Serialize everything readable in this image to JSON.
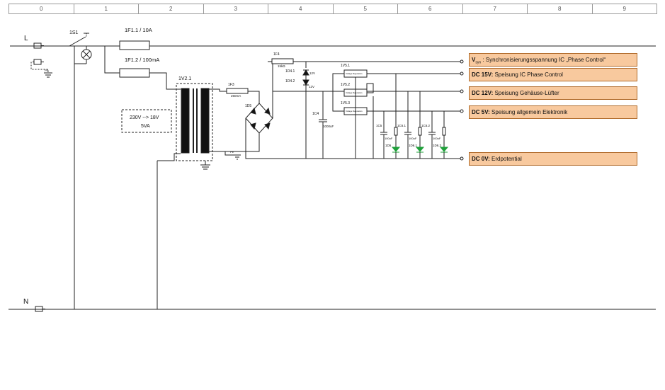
{
  "ruler": [
    "0",
    "1",
    "2",
    "3",
    "4",
    "5",
    "6",
    "7",
    "8",
    "9"
  ],
  "rails": {
    "L": "L",
    "N": "N"
  },
  "labels": {
    "switch": "1S1",
    "fuse1": "1F1.1 / 10A",
    "fuse2": "1F1.2 / 100mA",
    "transformer": "1V2.1",
    "transformer_note_1": "230V --> 18V",
    "transformer_note_2": "5VA",
    "fuse3": "1F3",
    "fuse3_value": "250mA",
    "fuse4": "1F4",
    "fuse4_value": "15kΩ",
    "bridge": "1D5",
    "zener1": "1D4.1",
    "zener1_value": "12V",
    "zener2": "1D4.2",
    "zener2_value": "12V",
    "cap4": "1C4",
    "cap4_value": "1000uF",
    "reg1": "1V5.1",
    "reg2": "1V5.2",
    "reg3": "1V5.3",
    "reg_text": "Voltage Regulators",
    "c5": "1C5",
    "c61": "1C6.1",
    "c62": "1C6.2",
    "c_value": "100uF",
    "d5": "1D5",
    "d61": "1D6.1",
    "d62": "1D6.2",
    "pe": "PE"
  },
  "outputs": [
    {
      "prefix": "V",
      "sub": "syn",
      "text": " : Synchronisierungsspannung IC „Phase Control“"
    },
    {
      "prefix": "DC 15V:",
      "text": " Speisung IC Phase Control"
    },
    {
      "prefix": "DC 12V:",
      "text": " Speisung Gehäuse-Lüfter"
    },
    {
      "prefix": "DC 5V:",
      "text": " Speisung allgemein Elektronik"
    },
    {
      "prefix": "DC 0V:",
      "text": " Erdpotential"
    }
  ],
  "colors": {
    "output_fill": "#f8c99e",
    "output_border": "#b06a2a",
    "led": "#1fa03a"
  }
}
